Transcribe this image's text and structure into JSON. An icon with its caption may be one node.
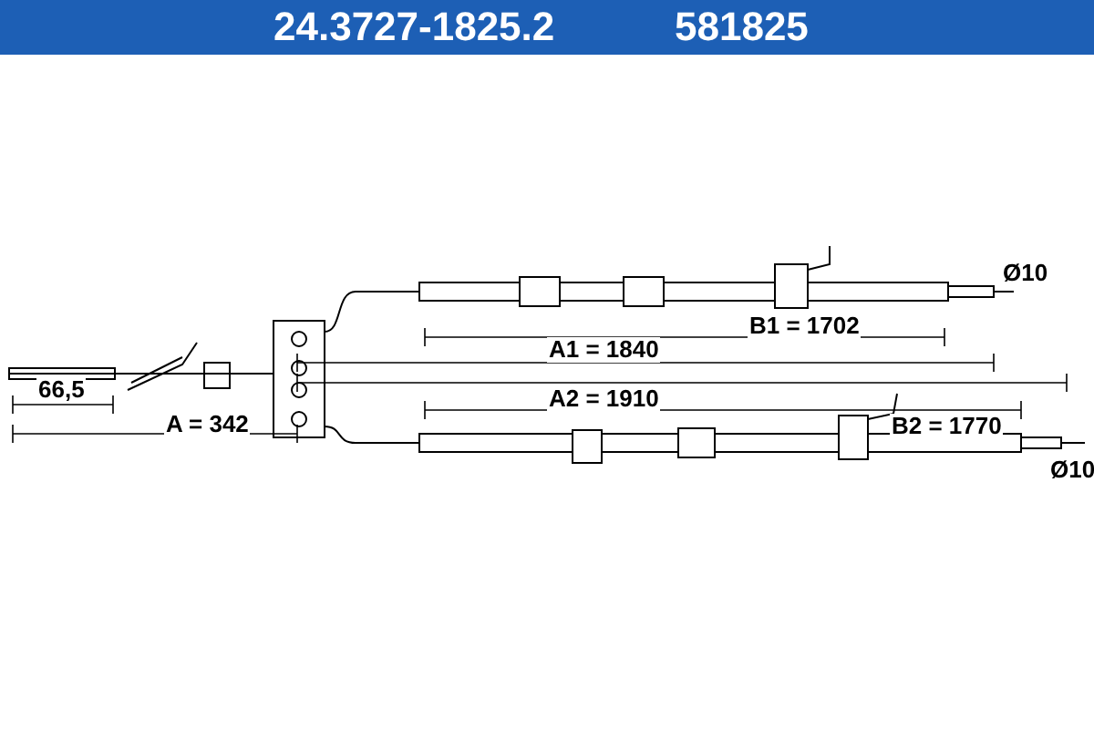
{
  "diagram": {
    "title": "24.3727-1825.2",
    "labels": [
      "581825",
      "Ø10",
      "B1 = 1702",
      "A1 = 1840",
      "66,5",
      "A2 = 1910",
      "B2 = 1770",
      "A = 342",
      "Ø10"
    ]
  }
}
